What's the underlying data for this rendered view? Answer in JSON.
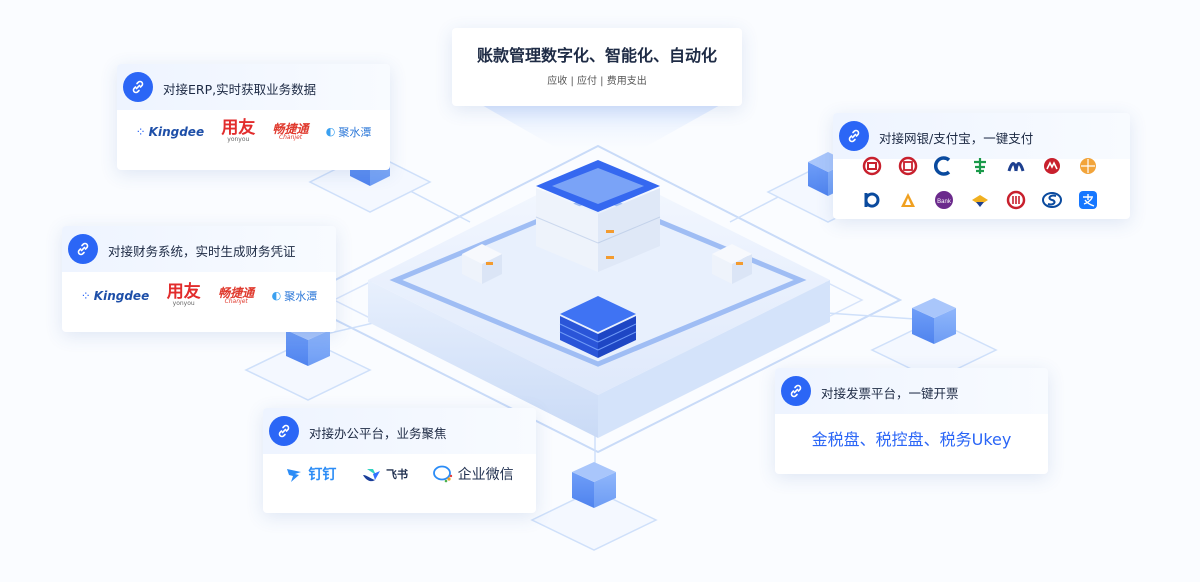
{
  "headline": {
    "title": "账款管理数字化、智能化、自动化",
    "subtitle": "应收 | 应付 | 费用支出"
  },
  "cards": {
    "erp": {
      "title": "对接ERP,实时获取业务数据",
      "logos": {
        "kingdee": "Kingdee",
        "yonyou": "用友",
        "yonyou_sub": "yonyou",
        "chanjet": "畅捷通",
        "chanjet_sub": "Chanjet",
        "jushuitan": "聚水潭"
      }
    },
    "finance": {
      "title": "对接财务系统，实时生成财务凭证",
      "logos": {
        "kingdee": "Kingdee",
        "yonyou": "用友",
        "yonyou_sub": "yonyou",
        "chanjet": "畅捷通",
        "chanjet_sub": "Chanjet",
        "jushuitan": "聚水潭"
      }
    },
    "bank": {
      "title": "对接网银/支付宝，一键支付",
      "banks": [
        "boc-logo",
        "icbc-logo",
        "ccb-logo",
        "abc-logo",
        "bocom-logo",
        "cmb-logo",
        "hxb-logo",
        "bob-logo",
        "gfb-logo",
        "bank-logo",
        "spdb-logo",
        "citic-logo",
        "cib-logo",
        "alipay-logo"
      ]
    },
    "office": {
      "title": "对接办公平台，业务聚焦",
      "platforms": [
        "钉钉",
        "飞书",
        "企业微信"
      ]
    },
    "tax": {
      "title": "对接发票平台，一键开票",
      "text": "金税盘、税控盘、税务Ukey"
    }
  },
  "colors": {
    "accent": "#2b66f6",
    "platform_edge": "#bcd2f7",
    "cube": "#5b8ff5",
    "server_top": "#3568f0",
    "orange": "#f39b2f"
  }
}
